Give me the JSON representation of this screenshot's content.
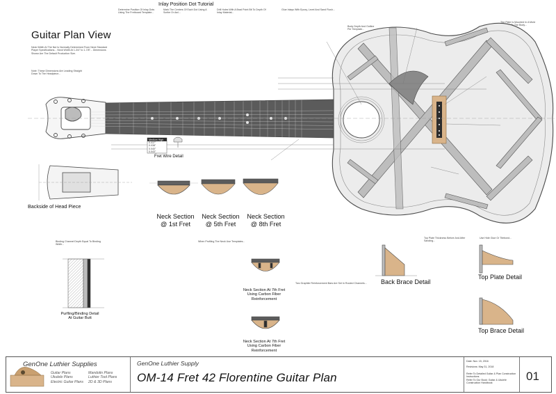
{
  "titles": {
    "main": "Guitar Plan View",
    "inlay": "Inlay Position Dot Tutorial",
    "fret_wire": "Fret Wire Detail",
    "backside_head": "Backside of Head Piece",
    "neck_1": [
      "Neck Section",
      "@ 1st Fret"
    ],
    "neck_5": [
      "Neck Section",
      "@ 5th Fret"
    ],
    "neck_8": [
      "Neck Section",
      "@ 8th Fret"
    ],
    "neck_7_cf_top": [
      "Neck Section At 7th Fret",
      "Using Carbon Fiber",
      "Reinforcement"
    ],
    "neck_7_cf_bottom": [
      "Neck Section At 7th Fret",
      "Using Carbon Fiber",
      "Reinforcement"
    ],
    "purfling": [
      "Purfling/Binding Detail",
      "At Guitar Butt"
    ],
    "back_brace": "Back Brace Detail",
    "top_plate": "Top Plate Detail",
    "top_brace": "Top Brace Detail"
  },
  "fret_table": {
    "header": [
      "Medium",
      "High"
    ],
    "rows": [
      "0.037\"",
      "0.038\"",
      "0.040\"",
      "0.043\""
    ]
  },
  "title_block": {
    "brand": "GenOne Luthier Supplies",
    "brand_col1": [
      "Guitar Plans",
      "Ukulele Plans",
      "Electric Guitar Plans"
    ],
    "brand_col2": [
      "Mandolin Plans",
      "Luthier Tool Plans",
      "2D & 3D Plans"
    ],
    "supply": "GenOne Luthier Supply",
    "plan_title": "OM-14 Fret 42 Florentine Guitar Plan",
    "date_line": "Date: Nov. 15, 2016",
    "revision_line": "Revisions: May 31, 2018",
    "sheet_number": "01",
    "notes_right": [
      "Refer To Detailed Guitar & Plan Construction Instructions",
      "Refer To Our Book: Guitar & Ukulele Construction Handbook"
    ]
  },
  "colors": {
    "line": "#4a4a4a",
    "fretboard": "#5b5b5b",
    "body_gray": "#9a9a9a",
    "wood": "#d9b48a",
    "bridge_dark": "#2d2d2d",
    "brace_fill": "#c9c9c9"
  }
}
